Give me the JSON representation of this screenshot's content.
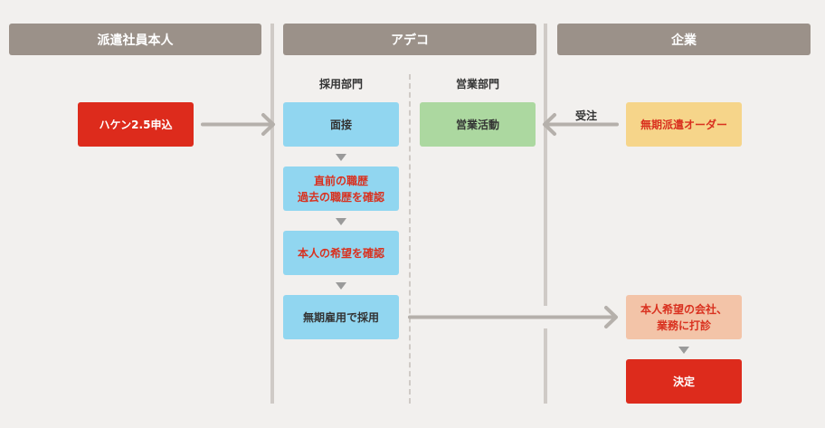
{
  "headers": {
    "left": "派遣社員本人",
    "center": "アデコ",
    "right": "企業"
  },
  "subheaders": {
    "recruit": "採用部門",
    "sales": "営業部門"
  },
  "nodes": {
    "apply": "ハケン2.5申込",
    "interview": "面接",
    "career_line1": "直前の職歴",
    "career_line2": "過去の職歴を確認",
    "wishes": "本人の希望を確認",
    "hire": "無期雇用で採用",
    "sales_activity": "営業活動",
    "order": "無期派遣オーダー",
    "offer_line1": "本人希望の会社、",
    "offer_line2": "業務に打診",
    "decision": "決定"
  },
  "edge_labels": {
    "order_received": "受注"
  }
}
